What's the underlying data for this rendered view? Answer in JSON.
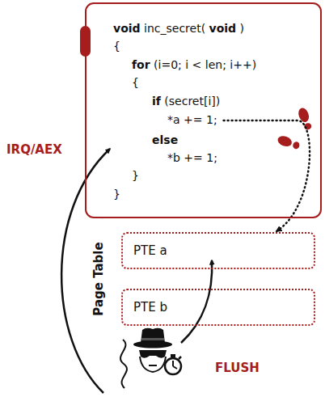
{
  "diagram": {
    "nodes": [
      {
        "text": [
          "void inc_secret( void )",
          "{",
          "for (i=0; i < len; i++)",
          "{",
          "if (secret[i])",
          "*a += 1;",
          "else",
          "*b += 1;",
          "}",
          "}"
        ]
      },
      {
        "text": [
          "PTE a"
        ]
      },
      {
        "text": [
          "PTE b"
        ]
      }
    ],
    "edges": [
      {
        "from": 0,
        "to": 1,
        "arrow": "to"
      }
    ],
    "labels": [
      "IRQ/AEX",
      "Page Table",
      "FLUSH"
    ]
  }
}
